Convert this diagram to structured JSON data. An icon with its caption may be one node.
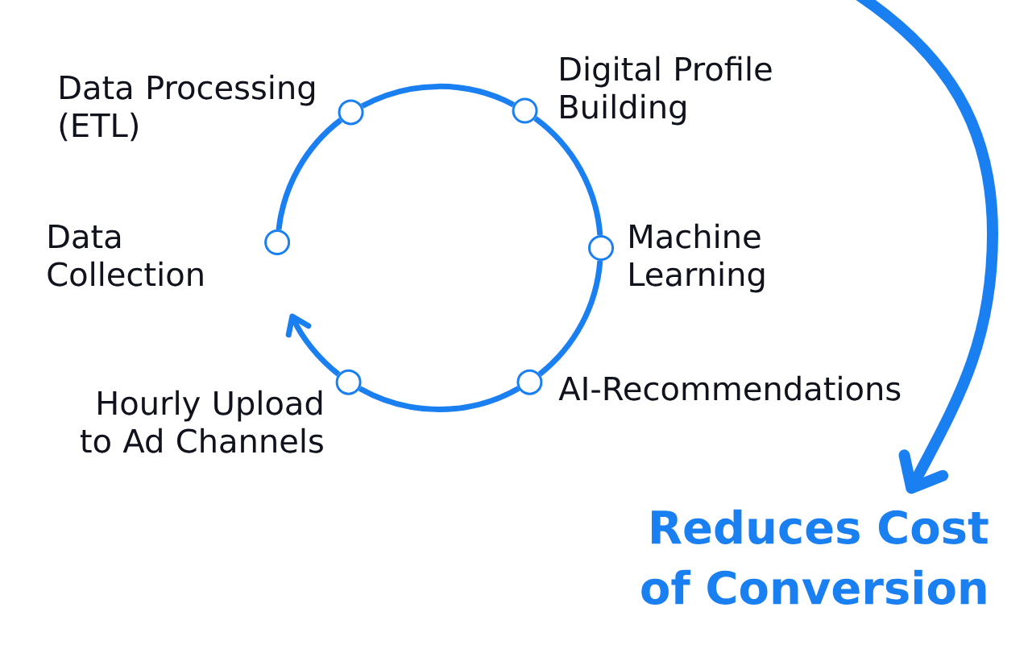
{
  "diagram": {
    "nodes": [
      {
        "text": [],
        "shape": "circle",
        "beside": [
          "Data Collection"
        ]
      },
      {
        "text": [],
        "shape": "circle",
        "beside": [
          "Data Processing (ETL)"
        ]
      },
      {
        "text": [],
        "shape": "circle",
        "beside": [
          "Digital Profile Building"
        ]
      },
      {
        "text": [],
        "shape": "circle",
        "beside": [
          "Machine Learning"
        ]
      },
      {
        "text": [],
        "shape": "circle",
        "beside": [
          "AI-Recommendations"
        ]
      },
      {
        "text": [],
        "shape": "circle",
        "beside": [
          "Hourly Upload to Ad Channels"
        ]
      },
      {
        "text": [
          "Reduces Cost of Conversion"
        ]
      }
    ],
    "edges": [
      {
        "from": 0,
        "to": 1,
        "arrow": "none"
      },
      {
        "from": 1,
        "to": 2,
        "arrow": "none"
      },
      {
        "from": 2,
        "to": 3,
        "arrow": "none"
      },
      {
        "from": 3,
        "to": 4,
        "arrow": "none"
      },
      {
        "from": 4,
        "to": 5,
        "arrow": "none"
      },
      {
        "from": 5,
        "to": null,
        "arrow": "to"
      },
      {
        "from": null,
        "to": 6,
        "arrow": "to",
        "style": "thick"
      }
    ]
  }
}
